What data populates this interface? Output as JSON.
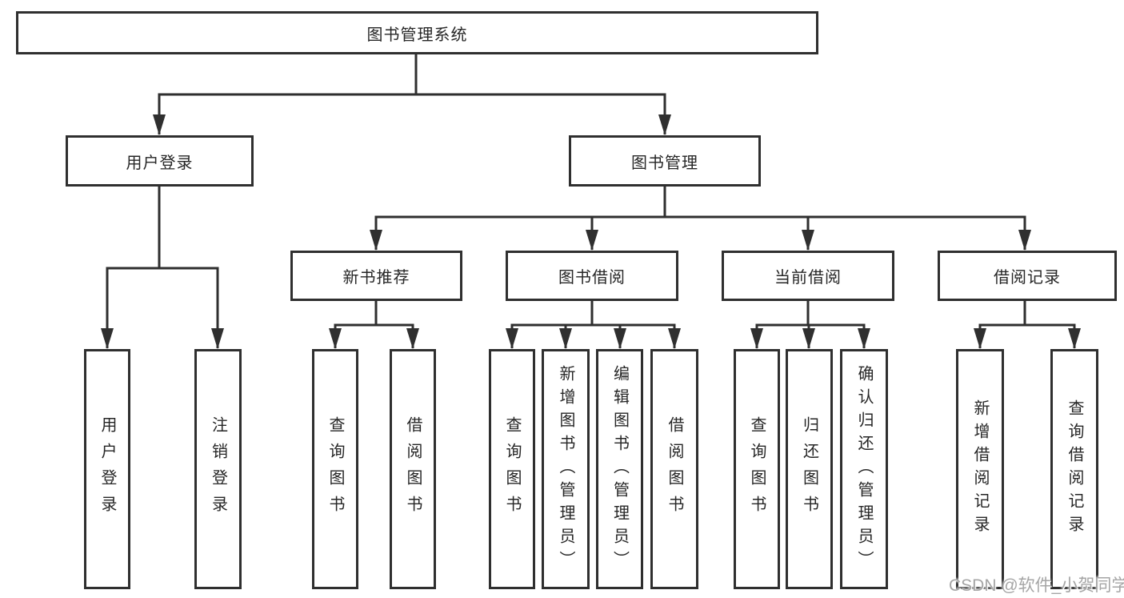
{
  "diagram": {
    "title": "图书管理系统",
    "nodes": {
      "root": {
        "label": "图书管理系统",
        "children": [
          "user_login",
          "book_management"
        ]
      },
      "user_login": {
        "label": "用户登录",
        "children": [
          "user_login_action",
          "logout_action"
        ]
      },
      "book_management": {
        "label": "图书管理",
        "children": [
          "new_book_recommend",
          "book_borrowing",
          "current_borrowing",
          "borrowing_records"
        ]
      },
      "new_book_recommend": {
        "label": "新书推荐",
        "children": [
          "nbr_query",
          "nbr_borrow"
        ]
      },
      "book_borrowing": {
        "label": "图书借阅",
        "children": [
          "bb_query",
          "bb_add",
          "bb_edit",
          "bb_borrow"
        ]
      },
      "current_borrowing": {
        "label": "当前借阅",
        "children": [
          "cb_query",
          "cb_return",
          "cb_confirm"
        ]
      },
      "borrowing_records": {
        "label": "借阅记录",
        "children": [
          "br_add",
          "br_query"
        ]
      },
      "user_login_action": {
        "label": "用户登录"
      },
      "logout_action": {
        "label": "注销登录"
      },
      "nbr_query": {
        "label": "查询图书"
      },
      "nbr_borrow": {
        "label": "借阅图书"
      },
      "bb_query": {
        "label": "查询图书"
      },
      "bb_add": {
        "label": "新增图书（管理员）"
      },
      "bb_edit": {
        "label": "编辑图书（管理员）"
      },
      "bb_borrow": {
        "label": "借阅图书"
      },
      "cb_query": {
        "label": "查询图书"
      },
      "cb_return": {
        "label": "归还图书"
      },
      "cb_confirm": {
        "label": "确认归还（管理员）"
      },
      "br_add": {
        "label": "新增借阅记录"
      },
      "br_query": {
        "label": "查询借阅记录"
      }
    }
  },
  "watermark": {
    "text": "CSDN @软件_小贺同学"
  },
  "colors": {
    "background": "#ffffff",
    "line": "#2f2f2f",
    "box_border": "#2f2f2f",
    "text": "#262626",
    "watermark": "#a5a5a5"
  }
}
